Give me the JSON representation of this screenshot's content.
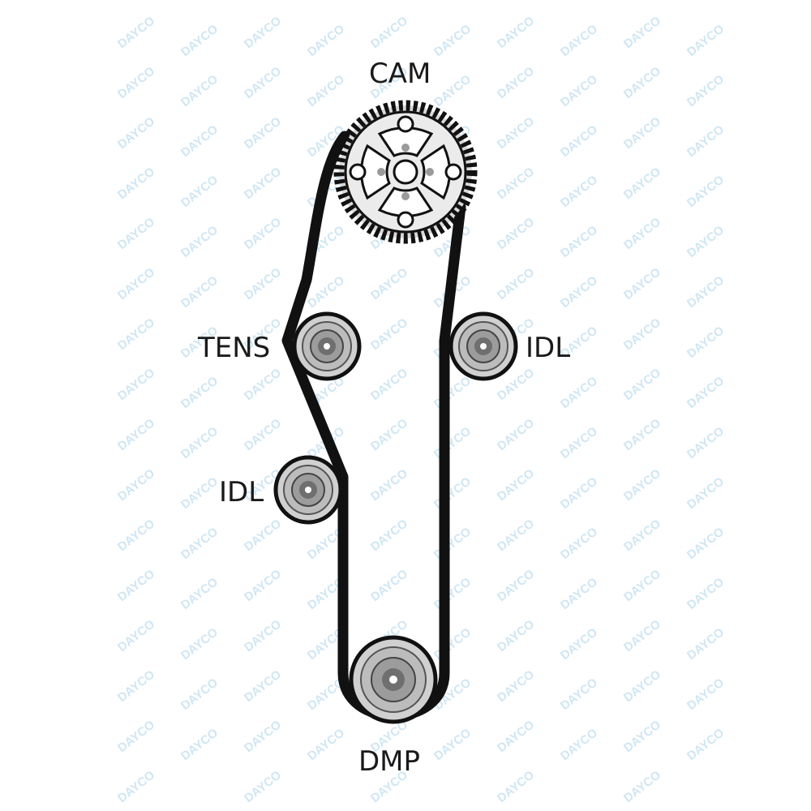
{
  "labels": {
    "cam": "CAM",
    "tens": "TENS",
    "idl_right": "IDL",
    "idl_left": "IDL",
    "dmp": "DMP"
  },
  "watermark": {
    "text": "DAYCO",
    "color": "#cfe6f4"
  },
  "colors": {
    "belt": "#111111",
    "pulley_light": "#e0e0e0",
    "pulley_mid": "#bdbdbd",
    "pulley_dark": "#8a8a8a",
    "outline": "#111111"
  }
}
